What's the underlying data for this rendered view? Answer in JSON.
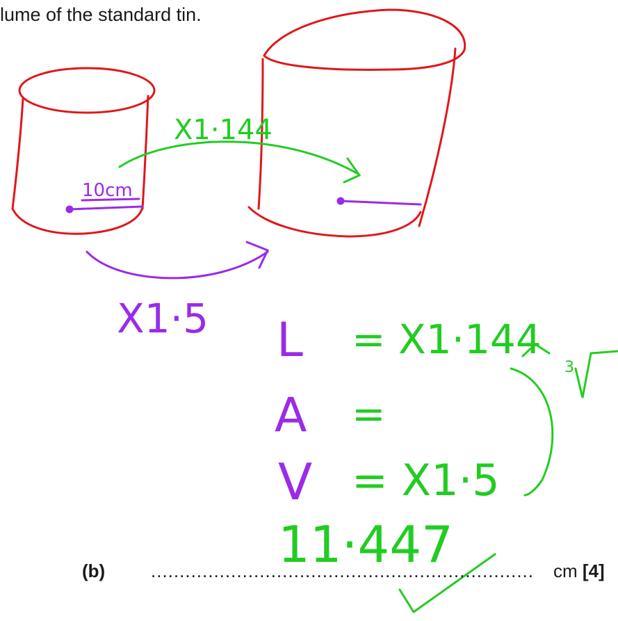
{
  "question": {
    "text": "lume of the standard tin.",
    "part_label": "(b)",
    "answer_dots": "...................................................................",
    "unit": "cm",
    "marks": "[4]"
  },
  "annotations": {
    "radius_label": "10cm",
    "length_factor_label": "X1·144",
    "volume_factor_label": "X1·5",
    "length_line": {
      "name": "L",
      "value": "= X1·144"
    },
    "area_line": {
      "name": "A",
      "value": "="
    },
    "volume_line": {
      "name": "V",
      "value": "= X1·5"
    },
    "root_symbol": "3",
    "answer_value": "11·447"
  },
  "colors": {
    "cylinder": "#e0161a",
    "green": "#22cc22",
    "purple": "#9a2be8",
    "text": "#1a1a1a"
  }
}
